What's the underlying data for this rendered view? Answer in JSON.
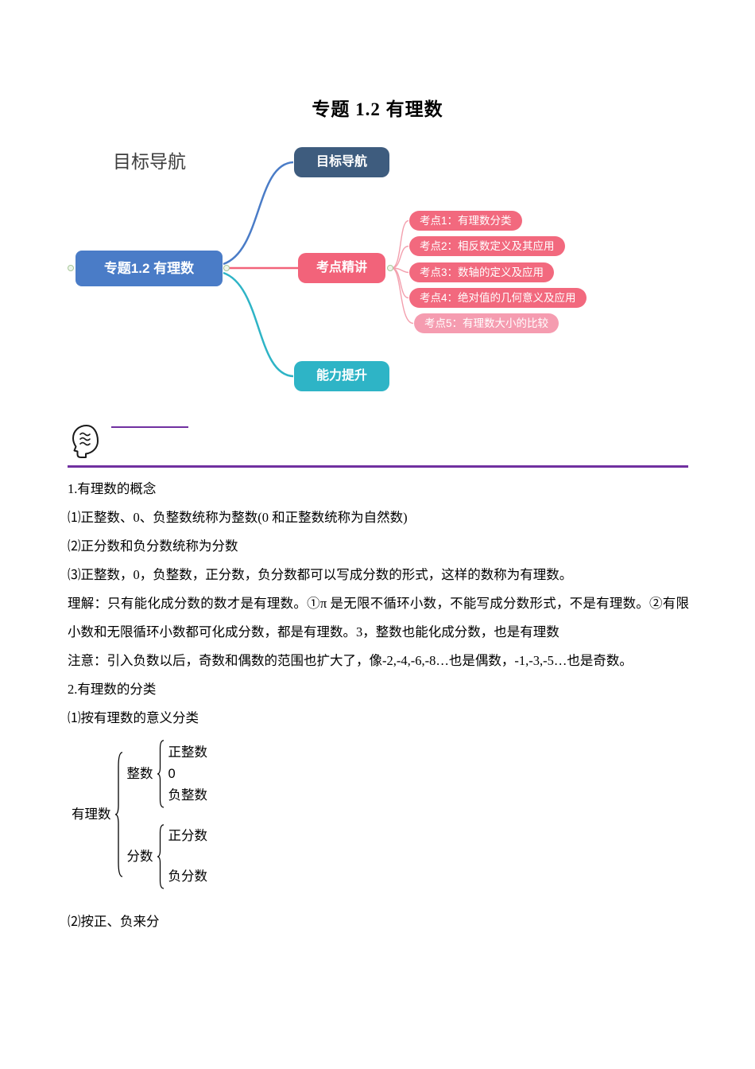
{
  "title": "专题 1.2 有理数",
  "mindmap": {
    "corner_label": "目标导航",
    "root": "专题1.2 有理数",
    "branch_top": "目标导航",
    "branch_middle": "考点精讲",
    "branch_bottom": "能力提升",
    "topics": [
      "考点1：有理数分类",
      "考点2：相反数定义及其应用",
      "考点3：数轴的定义及应用",
      "考点4：绝对值的几何意义及应用",
      "考点5：有理数大小的比较"
    ],
    "colors": {
      "root": "#4A7CC7",
      "branch_top": "#3E5C7E",
      "branch_middle": "#F2637A",
      "branch_bottom": "#2EB4C6",
      "topic_pill": "#F2697E",
      "topic_pill_last": "#F59CB0",
      "divider": "#7030A0"
    }
  },
  "sections": {
    "s1_heading": "1.有理数的概念",
    "s1_item1": "⑴正整数、0、负整数统称为整数(0 和正整数统称为自然数)",
    "s1_item2": "⑵正分数和负分数统称为分数",
    "s1_item3": "⑶正整数，0，负整数，正分数，负分数都可以写成分数的形式，这样的数称为有理数。",
    "s1_note1": "理解：只有能化成分数的数才是有理数。①π 是无限不循环小数，不能写成分数形式，不是有理数。②有限小数和无限循环小数都可化成分数，都是有理数。3，整数也能化成分数，也是有理数",
    "s1_note2": "注意：引入负数以后，奇数和偶数的范围也扩大了，像-2,-4,-6,-8…也是偶数，-1,-3,-5…也是奇数。",
    "s2_heading": "2.有理数的分类",
    "s2_sub1": "⑴按有理数的意义分类",
    "s2_sub2": "⑵按正、负来分"
  },
  "tree": {
    "root": "有理数",
    "groups": [
      {
        "label": "整数",
        "children": [
          "正整数",
          "0",
          "负整数"
        ]
      },
      {
        "label": "分数",
        "children": [
          "正分数",
          "负分数"
        ]
      }
    ]
  }
}
